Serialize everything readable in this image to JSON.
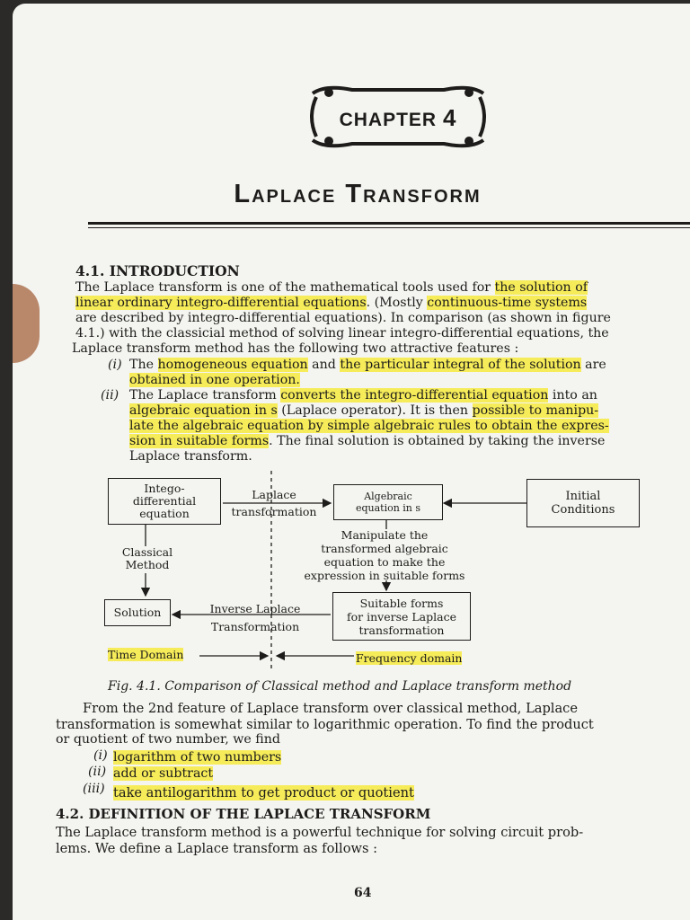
{
  "chapter": {
    "word": "CHAPTER",
    "number": "4"
  },
  "title": "Laplace Transform",
  "section1": {
    "heading": "4.1. INTRODUCTION",
    "para": [
      [
        "The Laplace transform is one of the mathematical tools used for ",
        "the solution of"
      ],
      [
        "linear ordinary integro-differential equations",
        ". (Mostly ",
        "continuous-time systems"
      ],
      [
        "are described by integro-differential equations). In comparison (as shown in figure"
      ],
      [
        "4.1.) with the classicial method of solving linear integro-differential equations, the"
      ],
      [
        "Laplace transform method has the following two attractive features :"
      ]
    ],
    "item1": {
      "marker": "(i)",
      "line1": [
        "The ",
        "homogeneous equation",
        " and ",
        "the particular integral of the solution",
        " are"
      ],
      "line2": "obtained in one operation."
    },
    "item2": {
      "marker": "(ii)",
      "line1": [
        "The Laplace transform ",
        "converts the integro-differential equation",
        " into an"
      ],
      "line2": [
        "algebraic equation in s",
        " (Laplace operator). It is then ",
        "possible to manipu-"
      ],
      "line3": "late the algebraic equation by simple algebraic rules to obtain the expres-",
      "line4": [
        "sion in suitable forms",
        ". The final solution is obtained by taking the inverse"
      ],
      "line5": "Laplace transform."
    }
  },
  "figure": {
    "box_integro": [
      "Intego-",
      "differential",
      "equation"
    ],
    "arrow_laplace": [
      "Laplace",
      "transformation"
    ],
    "box_algebraic": [
      "Algebraic",
      "equation in s"
    ],
    "box_initial": [
      "Initial",
      "Conditions"
    ],
    "classical": [
      "Classical",
      "Method"
    ],
    "manipulate": [
      "Manipulate the",
      "transformed algebraic",
      "equation to make the",
      "expression in suitable forms"
    ],
    "box_solution": "Solution",
    "arrow_inverse": [
      "Inverse Laplace",
      "Transformation"
    ],
    "box_suitable": [
      "Suitable forms",
      "for inverse Laplace",
      "transformation"
    ],
    "time_domain": "Time Domain",
    "frequency_domain": "Frequency domain",
    "caption": "Fig. 4.1. Comparison of Classical method and Laplace transform method"
  },
  "para2": {
    "line1": "From the 2nd feature of Laplace transform over classical method, Laplace",
    "line2": "transformation is somewhat similar to logarithmic operation. To find the product",
    "line3": "or quotient of two number, we find",
    "items": [
      {
        "marker": "(i)",
        "text": "logarithm of two numbers"
      },
      {
        "marker": "(ii)",
        "text": "add or subtract"
      },
      {
        "marker": "(iii)",
        "text": "take antilogarithm to get product or quotient"
      }
    ]
  },
  "section2": {
    "heading": "4.2. DEFINITION OF THE LAPLACE TRANSFORM",
    "line1": "The Laplace transform method is a powerful technique for solving circuit prob-",
    "line2": "lems. We define a Laplace transform as follows :"
  },
  "page_number": "64",
  "colors": {
    "highlight": "#f6ec5a",
    "paper": "#f4f4f1",
    "ink": "#1d1c1a"
  }
}
